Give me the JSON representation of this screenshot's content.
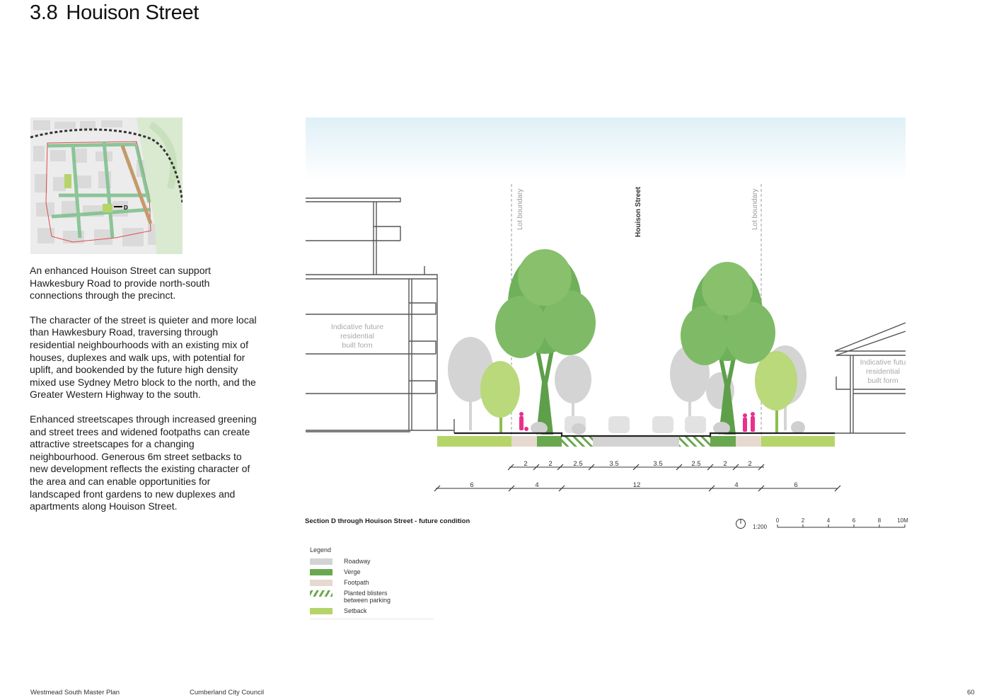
{
  "header": {
    "number": "3.8",
    "title": "Houison Street"
  },
  "body": {
    "paragraphs": [
      "An enhanced Houison Street can support Hawkesbury Road to provide north-south connections through the precinct.",
      "The character of the street is quieter and more local than Hawkesbury Road, traversing through residential neighbourhoods with an existing mix of houses, duplexes and walk ups, with potential for uplift, and bookended by the future high density mixed use Sydney Metro block to the north, and the Greater Western Highway to the south.",
      "Enhanced streetscapes through increased greening and street trees and widened footpaths can create attractive streetscapes for a changing neighbourhood. Generous 6m street setbacks to new development reflects the existing character of the area and can enable opportunities for landscaped front gardens to new duplexes and apartments along Houison Street."
    ]
  },
  "keymap": {
    "marker": "D"
  },
  "section": {
    "left_boundary_label": "Lot boundary",
    "right_boundary_label": "Lot boundary",
    "street_label": "Houison Street",
    "left_building_label": [
      "Indicative future",
      "residential",
      "built form"
    ],
    "right_building_label": [
      "Indicative futu",
      "residential",
      "built form"
    ],
    "dims_top": [
      "2",
      "2",
      "2.5",
      "3.5",
      "3.5",
      "2.5",
      "2",
      "2"
    ],
    "dims_bottom": [
      "6",
      "4",
      "12",
      "4",
      "6"
    ],
    "caption": "Section D through Houison Street - future condition"
  },
  "scale": {
    "ratio": "1:200",
    "ticks": [
      "0",
      "2",
      "4",
      "6",
      "8",
      "10M"
    ]
  },
  "legend": {
    "title": "Legend",
    "items": [
      {
        "label": "Roadway",
        "color": "#d3d3d3"
      },
      {
        "label": "Verge",
        "color": "#6aa84f"
      },
      {
        "label": "Footpath",
        "color": "#e6d9cf"
      },
      {
        "label": "Planted blisters between parking",
        "color": "#6aa84f"
      },
      {
        "label": "Setback",
        "color": "#b5d46a"
      }
    ]
  },
  "footer": {
    "left": "Westmead South Master Plan",
    "middle": "Cumberland City Council",
    "page": "60"
  }
}
